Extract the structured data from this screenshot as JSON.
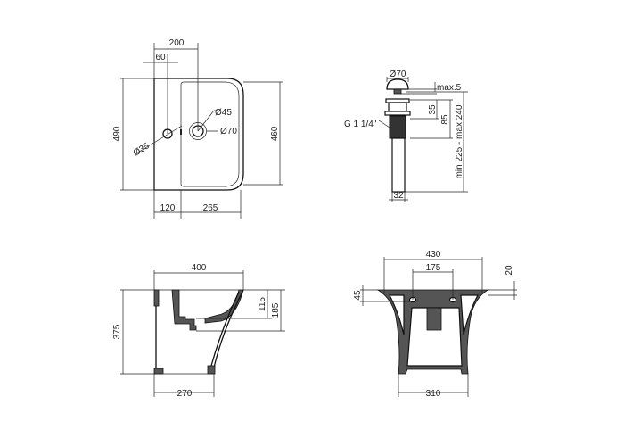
{
  "top_view": {
    "width_total": "200",
    "tap_offset": "60",
    "depth_outer": "490",
    "depth_inner": "460",
    "tap_hole": "Ø35",
    "drain_inner": "Ø45",
    "drain_outer": "Ø70",
    "back_part": "120",
    "bowl_part": "265"
  },
  "drain": {
    "cap_diameter": "Ø70",
    "cap_gap": "max.5",
    "upper_height": "35",
    "body_height": "85",
    "total_length": "min 225 - max 240",
    "thread": "G 1 1/4\"",
    "pipe_diameter": "32"
  },
  "side_view": {
    "depth": "400",
    "height": "375",
    "bowl_depth": "115",
    "drain_height": "185",
    "base_depth": "270"
  },
  "front_view": {
    "width": "430",
    "mount_spacing": "175",
    "top_offset": "20",
    "mount_height": "45",
    "base_width": "310"
  }
}
